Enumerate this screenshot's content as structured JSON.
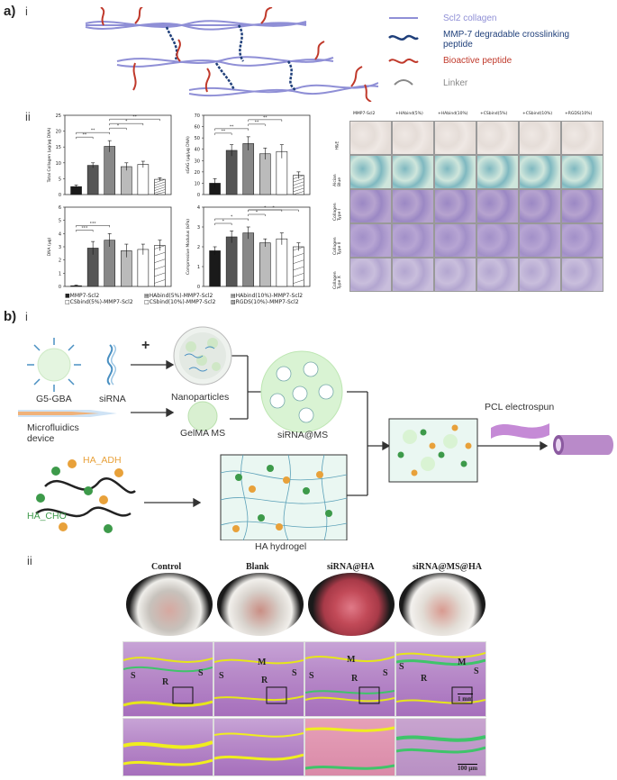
{
  "panel_a": {
    "label": "a)",
    "sub_i": "i",
    "sub_ii": "ii",
    "legend": {
      "scl2": {
        "text": "Scl2 collagen",
        "color": "#8f8fd6"
      },
      "mmp7": {
        "text": "MMP-7 degradable crosslinking peptide",
        "color": "#1f3f7a"
      },
      "bioactive": {
        "text": "Bioactive peptide",
        "color": "#c0392b"
      },
      "linker": {
        "text": "Linker",
        "color": "#888888"
      }
    },
    "charts_legend": {
      "left_col1": "■MMP7-Scl2",
      "left_col1b": "□CSbind(5%)-MMP7-Scl2",
      "left_col2": "▤HAbind(5%)-MMP7-Scl2",
      "left_col2b": "□CSbind(10%)-MMP7-Scl2",
      "right_col1": "▤HAbind(10%)-MMP7-Scl2",
      "right_col1b": "▧RGDS(10%)-MMP7-Scl2"
    },
    "histology": {
      "columns": [
        "MMP7-Scl2",
        "+HAbind(5%)",
        "+HAbind(10%)",
        "+CSbind(5%)",
        "+CSbind(10%)",
        "+RGDS(10%)"
      ],
      "rows": [
        "H&E",
        "Alcian Blue",
        "Collagen Type I",
        "Collagen Type II",
        "Collagen Type X"
      ]
    }
  },
  "chart_data": [
    {
      "type": "bar",
      "ylabel": "Total Collagen (µg/µg DNA)",
      "ylim": [
        0,
        25
      ],
      "yticks": [
        "0",
        "5",
        "10",
        "15",
        "20",
        "25"
      ],
      "values": [
        2.5,
        9.2,
        15.2,
        8.8,
        9.5,
        4.8
      ],
      "errors": [
        0.5,
        0.8,
        1.8,
        1.2,
        1.0,
        0.5
      ],
      "sig": [
        "**",
        "**",
        "*",
        "*",
        "**"
      ]
    },
    {
      "type": "bar",
      "ylabel": "sGAG (µg/µg DNA)",
      "ylim": [
        0,
        70
      ],
      "yticks": [
        "0",
        "10",
        "20",
        "30",
        "40",
        "50",
        "60",
        "70"
      ],
      "values": [
        10,
        39,
        45,
        36,
        38,
        17
      ],
      "errors": [
        4,
        5,
        6,
        5,
        6,
        3
      ],
      "sig": [
        "**",
        "**",
        "**",
        "**"
      ]
    },
    {
      "type": "bar",
      "ylabel": "DNA (µg)",
      "ylim": [
        0,
        6
      ],
      "yticks": [
        "0",
        "1",
        "2",
        "3",
        "4",
        "5",
        "6"
      ],
      "values": [
        0.05,
        2.9,
        3.5,
        2.7,
        2.8,
        3.1
      ],
      "errors": [
        0.05,
        0.5,
        0.5,
        0.5,
        0.4,
        0.4
      ],
      "sig": [
        "***",
        "***"
      ]
    },
    {
      "type": "bar",
      "ylabel": "Compressive Modulus (kPa)",
      "ylim": [
        0,
        4
      ],
      "yticks": [
        "0",
        "1",
        "2",
        "3",
        "4"
      ],
      "values": [
        1.8,
        2.5,
        2.7,
        2.2,
        2.4,
        2.0
      ],
      "errors": [
        0.2,
        0.3,
        0.3,
        0.2,
        0.3,
        0.2
      ],
      "sig": [
        "*",
        "*",
        "*",
        "*",
        "*"
      ]
    }
  ],
  "panel_b": {
    "label": "b)",
    "sub_i": "i",
    "sub_ii": "ii",
    "g5": "G5-GBA",
    "sirna": "siRNA",
    "nano": "Nanoparticles",
    "micro": "Microfluidics device",
    "gelma": "GelMA MS",
    "sirna_ms": "siRNA@MS",
    "ha_adh": "HA_ADH",
    "ha_cho": "HA_CHO",
    "ha_hydrogel": "HA hydrogel",
    "pcl": "PCL electrospun",
    "plus": "+"
  },
  "photos": {
    "titles": [
      "Control",
      "Blank",
      "siRNA@HA",
      "siRNA@MS@HA"
    ],
    "labels": {
      "S": "S",
      "R": "R",
      "M": "M"
    },
    "scale_1mm": "1 mm",
    "scale_100um": "100 µm"
  },
  "colors": {
    "chart_fills": [
      "#1a1a1a",
      "#555555",
      "#888888",
      "#bbbbbb",
      "#ffffff",
      "#ffffff"
    ],
    "nano_blue": "#4a90c2",
    "bead_orange": "#e8a13a",
    "bead_green": "#3d9a4a",
    "gel_bg": "#eaf7f2",
    "tube": "#b98ac9"
  }
}
